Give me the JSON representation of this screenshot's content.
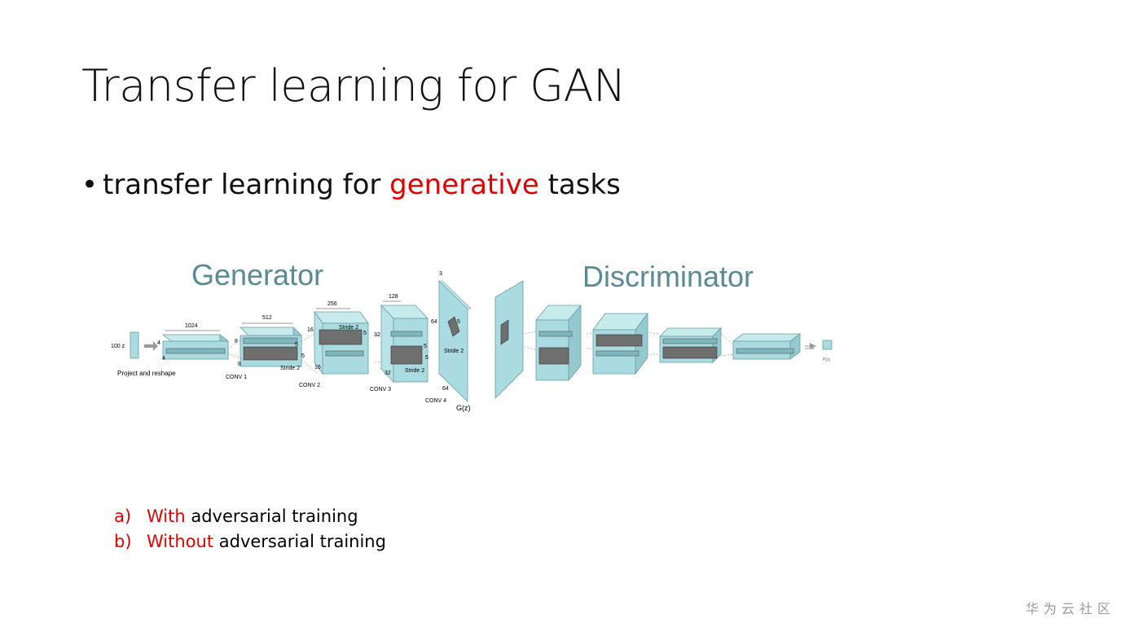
{
  "slide": {
    "title": "Transfer learning for GAN",
    "bullet": {
      "prefix": "transfer learning for ",
      "highlight": "generative",
      "suffix": " tasks"
    },
    "options": [
      {
        "letter": "a)",
        "highlight": "With",
        "rest": " adversarial training"
      },
      {
        "letter": "b)",
        "highlight": "Without",
        "rest": " adversarial training"
      }
    ]
  },
  "figure": {
    "generator_label": "Generator",
    "discriminator_label": "Discriminator",
    "input_label": "100 z",
    "project_label": "Project and reshape",
    "dims": {
      "d1024": "1024",
      "d512": "512",
      "d256": "256",
      "d128": "128",
      "d3": "3",
      "d4a": "4",
      "d4b": "4",
      "d8a": "8",
      "d8b": "8",
      "d16a": "16",
      "d16b": "16",
      "d32a": "32",
      "d32b": "32",
      "d64a": "64",
      "d64b": "64",
      "k5a": "5",
      "k5b": "5",
      "k5c": "5",
      "k5d": "5",
      "k5e": "5",
      "k5f": "5"
    },
    "stride_label": "Stride 2",
    "conv_labels": [
      "CONV 1",
      "CONV 2",
      "CONV 3",
      "CONV 4"
    ],
    "output_label": "G(z)",
    "disc_output_label": "P(x)"
  },
  "colors": {
    "accent": "#e00000",
    "figure_title": "#5a8a93",
    "block_fill": "#a9dbe0",
    "block_dark": "#7fb7be",
    "kernel": "#555555"
  },
  "watermark": "华为云社区"
}
